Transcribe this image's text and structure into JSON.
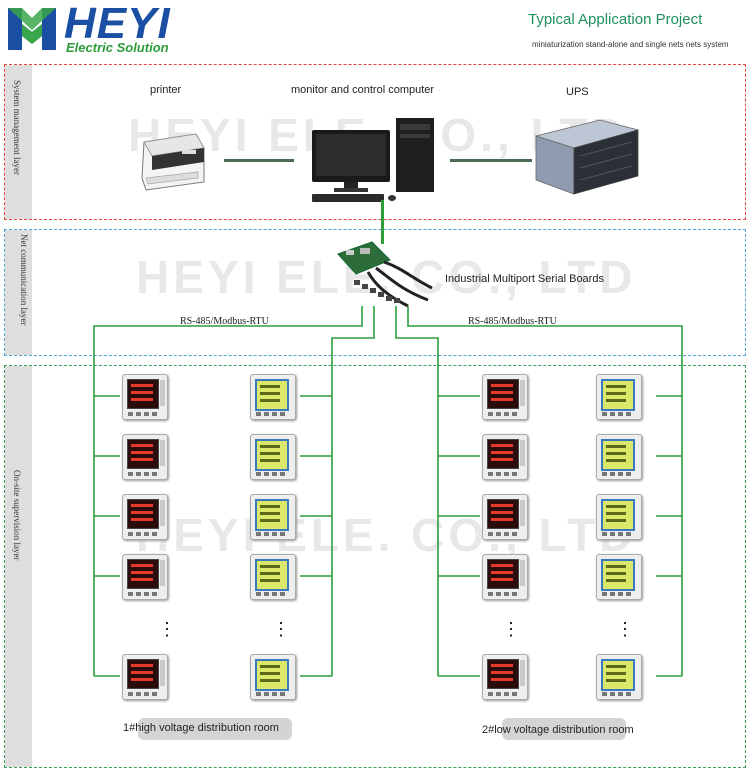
{
  "header": {
    "logo_text": "HEYI",
    "logo_sub": "Electric Solution",
    "title": "Typical Application Project",
    "subtitle": "miniaturization stand-alone and  single nets nets system"
  },
  "layers": {
    "system": "System management layer",
    "net": "Net communication layer",
    "onsite": "On-site supervision layer"
  },
  "devices": {
    "printer": "printer",
    "computer": "monitor and control computer",
    "ups": "UPS",
    "serial_board": "Industrial Multiport Serial Boards"
  },
  "protocols": {
    "left": "RS-485/Modbus-RTU",
    "right": "RS-485/Modbus-RTU"
  },
  "rooms": {
    "left": "1#high voltage distribution room",
    "right": "2#low voltage distribution room"
  },
  "watermarks": {
    "top": "HEYI ELE. CO., LTD",
    "middle": "HEYI ELE. CO., LTD",
    "bottom": "HEYI ELE. CO., LTD"
  },
  "meter_group": {
    "ellipsis": "⋮"
  },
  "colors": {
    "system_border": "#e0463c",
    "net_border": "#4aa6d8",
    "onsite_border": "#3aa05a",
    "wire": "#2e9d3b",
    "title": "#1f8f5c"
  }
}
